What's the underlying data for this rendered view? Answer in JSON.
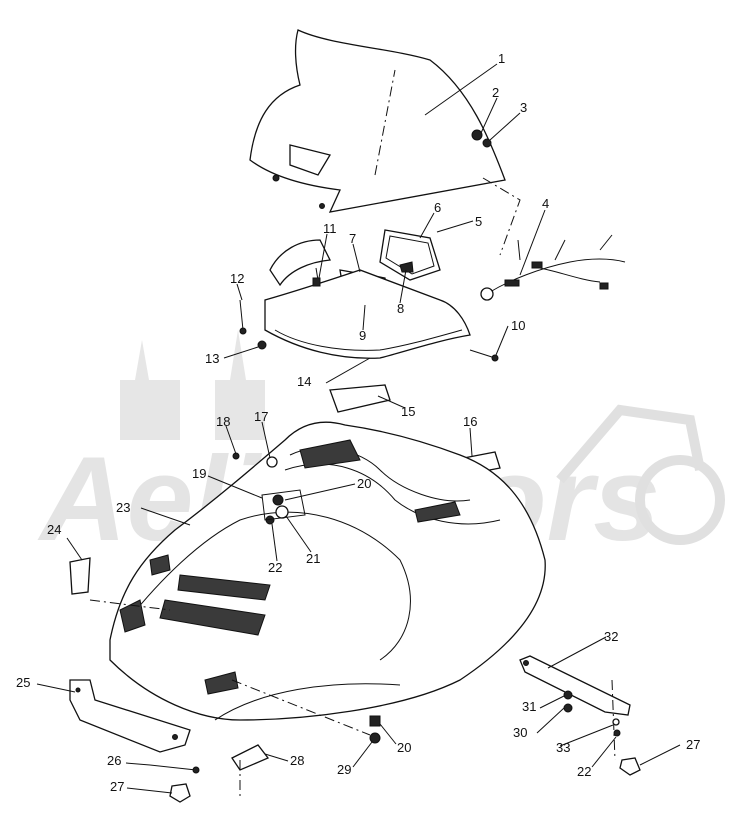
{
  "watermark": "AeliMotors",
  "callouts": [
    {
      "id": "1",
      "text": "1"
    },
    {
      "id": "2",
      "text": "2"
    },
    {
      "id": "3",
      "text": "3"
    },
    {
      "id": "4",
      "text": "4"
    },
    {
      "id": "5",
      "text": "5"
    },
    {
      "id": "6",
      "text": "6"
    },
    {
      "id": "7",
      "text": "7"
    },
    {
      "id": "8",
      "text": "8"
    },
    {
      "id": "9",
      "text": "9"
    },
    {
      "id": "10",
      "text": "10"
    },
    {
      "id": "11",
      "text": "11"
    },
    {
      "id": "12",
      "text": "12"
    },
    {
      "id": "13",
      "text": "13"
    },
    {
      "id": "14",
      "text": "14"
    },
    {
      "id": "15",
      "text": "15"
    },
    {
      "id": "16",
      "text": "16"
    },
    {
      "id": "17",
      "text": "17"
    },
    {
      "id": "18",
      "text": "18"
    },
    {
      "id": "19",
      "text": "19"
    },
    {
      "id": "20a",
      "text": "20"
    },
    {
      "id": "21",
      "text": "21"
    },
    {
      "id": "22a",
      "text": "22"
    },
    {
      "id": "23",
      "text": "23"
    },
    {
      "id": "24",
      "text": "24"
    },
    {
      "id": "25",
      "text": "25"
    },
    {
      "id": "26",
      "text": "26"
    },
    {
      "id": "27a",
      "text": "27"
    },
    {
      "id": "28",
      "text": "28"
    },
    {
      "id": "29",
      "text": "29"
    },
    {
      "id": "20b",
      "text": "20"
    },
    {
      "id": "30",
      "text": "30"
    },
    {
      "id": "31",
      "text": "31"
    },
    {
      "id": "32",
      "text": "32"
    },
    {
      "id": "33",
      "text": "33"
    },
    {
      "id": "22b",
      "text": "22"
    },
    {
      "id": "27b",
      "text": "27"
    }
  ]
}
